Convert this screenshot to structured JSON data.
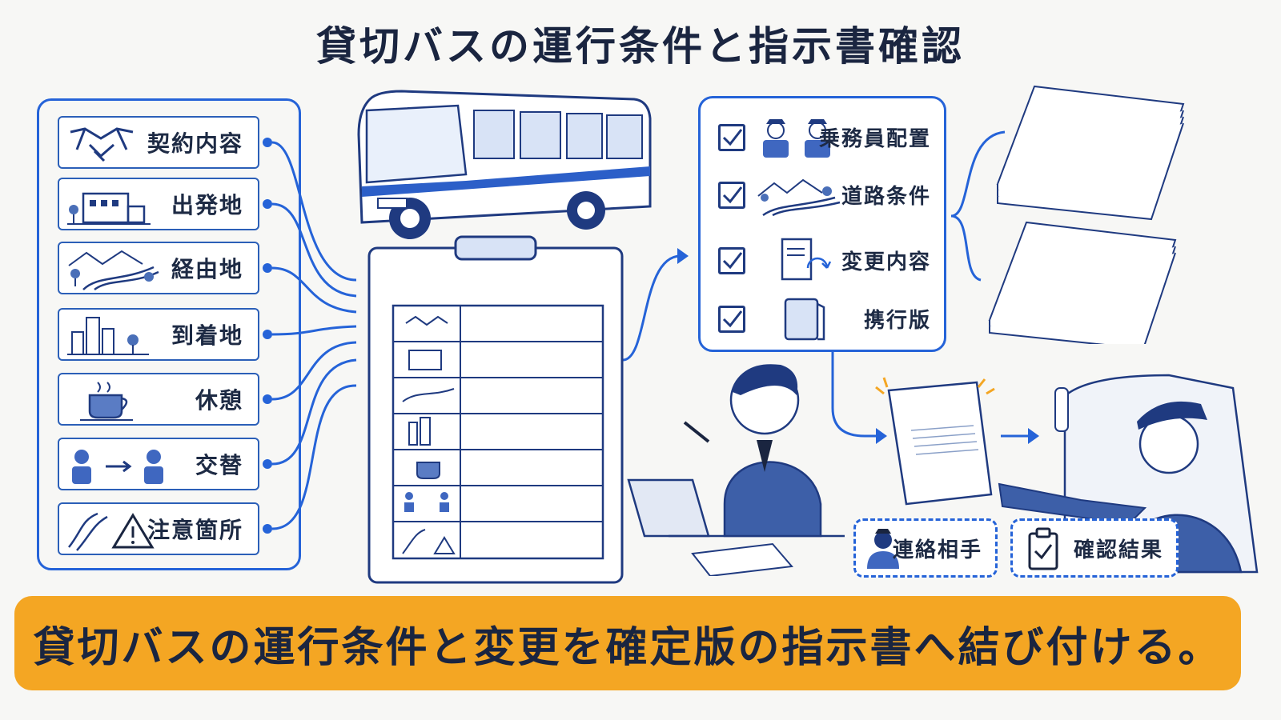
{
  "title": "貸切バスの運行条件と指示書確認",
  "left_items": [
    {
      "label": "契約内容",
      "icon": "handshake-icon"
    },
    {
      "label": "出発地",
      "icon": "building-icon"
    },
    {
      "label": "経由地",
      "icon": "road-icon"
    },
    {
      "label": "到着地",
      "icon": "city-icon"
    },
    {
      "label": "休憩",
      "icon": "coffee-icon"
    },
    {
      "label": "交替",
      "icon": "driver-swap-icon"
    },
    {
      "label": "注意箇所",
      "icon": "warning-icon"
    }
  ],
  "checklist": [
    {
      "label": "乗務員配置",
      "icon": "crew-icon"
    },
    {
      "label": "道路条件",
      "icon": "road-icon"
    },
    {
      "label": "変更内容",
      "icon": "document-refresh-icon"
    },
    {
      "label": "携行版",
      "icon": "tablet-icon"
    }
  ],
  "bottom_right": [
    {
      "label": "連絡相手",
      "icon": "person-icon"
    },
    {
      "label": "確認結果",
      "icon": "clipboard-check-icon"
    }
  ],
  "banner": "貸切バスの運行条件と変更を確定版の指示書へ結び付ける。",
  "colors": {
    "accent": "#2563d8",
    "banner": "#f4a623",
    "ink": "#1d2a44"
  }
}
